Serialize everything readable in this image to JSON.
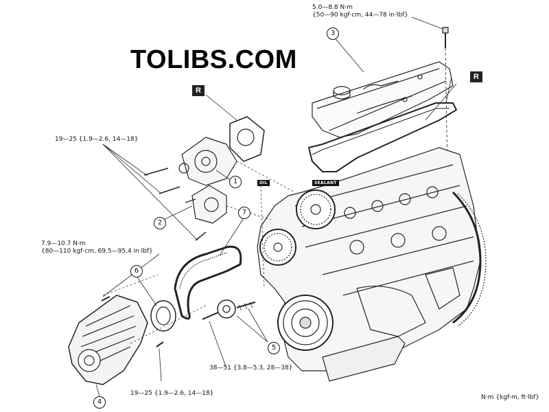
{
  "watermark": "TOLIBS.COM",
  "torque_specs": {
    "head_cover_bolt_line1": "5.0—8.8 N·m",
    "head_cover_bolt_line2": "{50—90 kgf·cm, 44—78 in·lbf}",
    "water_pump_bolt": "19—25 {1.9—2.6, 14—18}",
    "timing_cover_bolt_line1": "7.9—10.7 N·m",
    "timing_cover_bolt_line2": "{80—110 kgf·cm, 69.5—95.4 in·lbf}",
    "tensioner_bolt": "38—51 {3.8—5.3, 28—38}",
    "lower_cover_bolt": "19—25 {1.9—2.6, 14—18}"
  },
  "unit_note": "N·m {kgf·m, ft·lbf}",
  "replace_marks": [
    "R",
    "R"
  ],
  "callouts": [
    "1",
    "2",
    "3",
    "4",
    "5",
    "6",
    "7"
  ],
  "tags": {
    "sealant": "SEALANT",
    "oil": "OIL"
  }
}
